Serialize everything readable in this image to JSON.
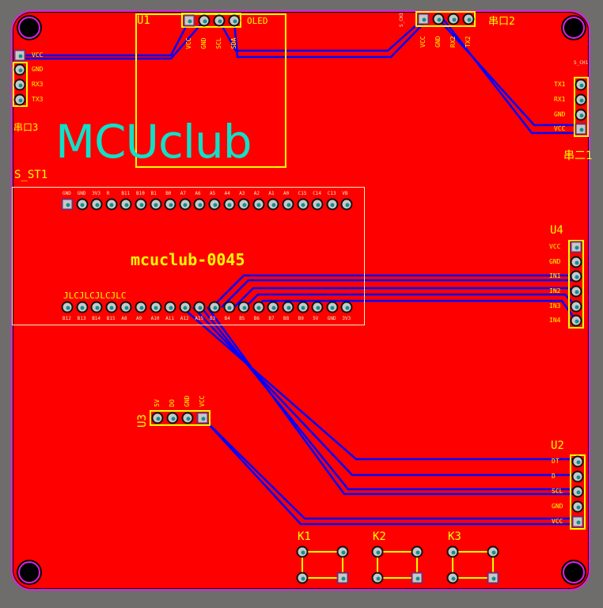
{
  "logo": "MCUclub",
  "board_title": "mcuclub-0045",
  "jlc_mark": "JLCJLCJLCJLC",
  "u1": {
    "ref": "U1",
    "name": "OLED",
    "pins": [
      "VCC",
      "GND",
      "SCL",
      "SDA"
    ]
  },
  "j3": {
    "ref": "串口3",
    "pins": [
      "VCC",
      "GND",
      "RX3",
      "TX3"
    ]
  },
  "j2": {
    "ref": "串口2",
    "tag": "S_CH3",
    "pins": [
      "VCC",
      "GND",
      "RX2",
      "TX2"
    ]
  },
  "j1": {
    "ref": "串二1",
    "tag": "S_CH1",
    "pins": [
      "TX1",
      "RX1",
      "GND",
      "VCC"
    ]
  },
  "s_st1": {
    "ref": "S_ST1",
    "top_pins": [
      "GND",
      "GND",
      "3V3",
      "R",
      "B11",
      "B10",
      "B1",
      "B0",
      "A7",
      "A6",
      "A5",
      "A4",
      "A3",
      "A2",
      "A1",
      "A0",
      "C15",
      "C14",
      "C13",
      "VB"
    ],
    "bottom_pins": [
      "B12",
      "B13",
      "B14",
      "B15",
      "A8",
      "A9",
      "A10",
      "A11",
      "A12",
      "A15",
      "B3",
      "B4",
      "B5",
      "B6",
      "B7",
      "B8",
      "B9",
      "5V",
      "GND",
      "3V3"
    ]
  },
  "u4": {
    "ref": "U4",
    "pins": [
      "VCC",
      "GND",
      "IN1",
      "IN2",
      "IN3",
      "IN4"
    ]
  },
  "u2": {
    "ref": "U2",
    "pins": [
      "DT",
      "D",
      "SCL",
      "GND",
      "VCC"
    ]
  },
  "u3": {
    "ref": "U3",
    "pins": [
      "5V",
      "DO",
      "GND",
      "VCC"
    ]
  },
  "keys": [
    "K1",
    "K2",
    "K3"
  ],
  "colors": {
    "board": "#ff0000",
    "silk": "#ffff00",
    "trace": "#0000ff",
    "outline": "#e020e0",
    "logo": "#10e0c8"
  }
}
